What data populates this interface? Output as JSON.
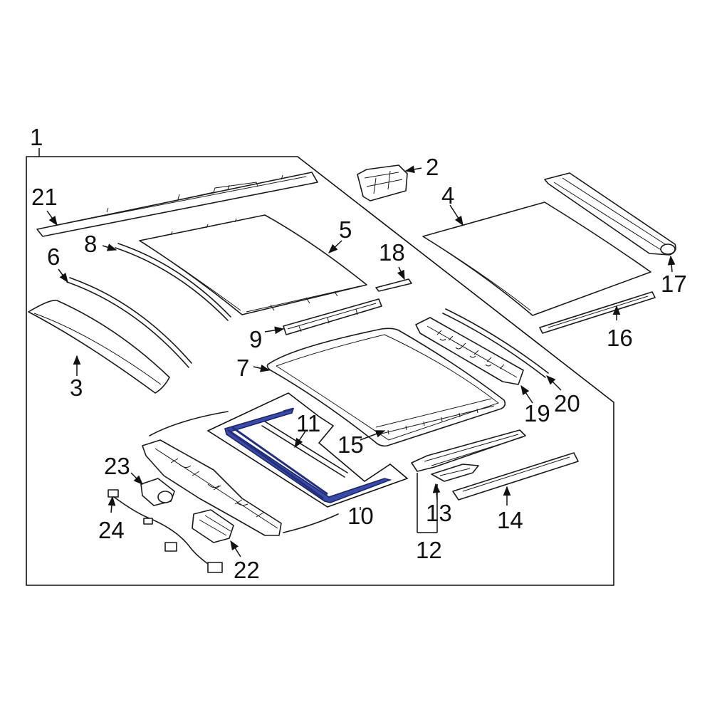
{
  "diagram": {
    "accent_color": "#2c3a8f",
    "line_color": "#1a1a1a",
    "highlighted_part": "10",
    "callouts": {
      "c1": "1",
      "c2": "2",
      "c3": "3",
      "c4": "4",
      "c5": "5",
      "c6": "6",
      "c7": "7",
      "c8": "8",
      "c9": "9",
      "c10": "10",
      "c11": "11",
      "c12": "12",
      "c13": "13",
      "c14": "14",
      "c15": "15",
      "c16": "16",
      "c17": "17",
      "c18": "18",
      "c19": "19",
      "c20": "20",
      "c21": "21",
      "c22": "22",
      "c23": "23",
      "c24": "24"
    }
  }
}
